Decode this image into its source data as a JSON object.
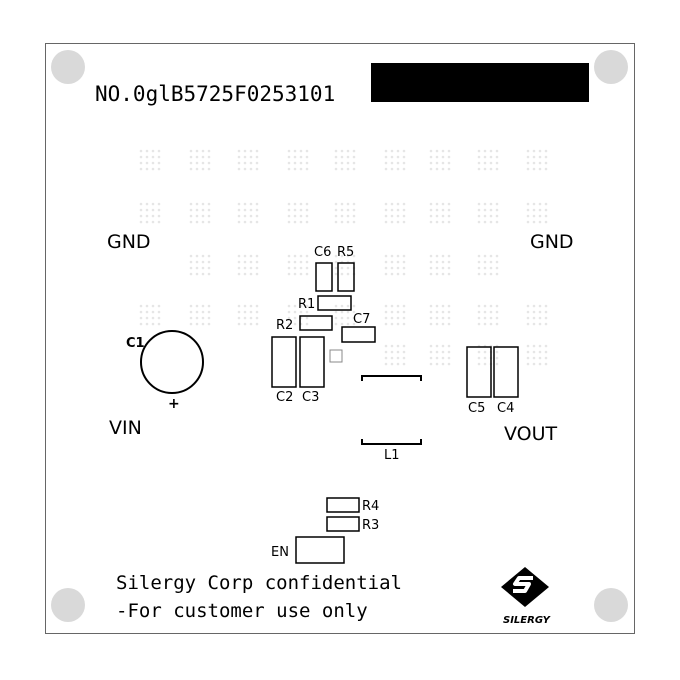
{
  "board": {
    "part_number": "NO.0glB5725F0253101",
    "confidential_line1": "Silergy Corp confidential",
    "confidential_line2": "-For customer use only",
    "logo_text": "SILERGY",
    "colors": {
      "outline": "#000000",
      "mount_hole": "#d9d9d9",
      "via": "#e6e6e6",
      "redaction": "#000000"
    }
  },
  "net_labels": {
    "gnd_left": "GND",
    "gnd_right": "GND",
    "vin": "VIN",
    "vout": "VOUT",
    "en": "EN"
  },
  "components": {
    "c1": "C1",
    "c1_polarity": "+",
    "c2": "C2",
    "c3": "C3",
    "c4": "C4",
    "c5": "C5",
    "c6": "C6",
    "c7": "C7",
    "r1": "R1",
    "r2": "R2",
    "r3": "R3",
    "r4": "R4",
    "r5": "R5",
    "l1": "L1"
  }
}
